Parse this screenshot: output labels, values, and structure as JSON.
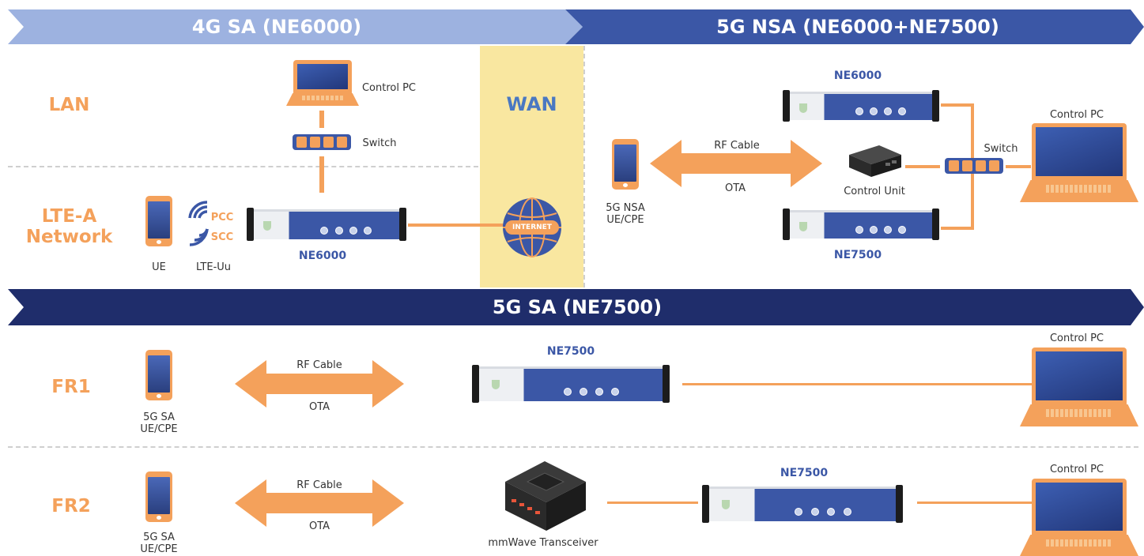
{
  "headers": {
    "sa4g": "4G SA (NE6000)",
    "nsa5g": "5G NSA (NE6000+NE7500)",
    "sa5g": "5G SA (NE7500)"
  },
  "colors": {
    "orange": "#f4a15b",
    "blue": "#3b57a6",
    "navy": "#1f2d6b",
    "light_blue": "#9db2e0",
    "wan_yellow": "#f9e7a0"
  },
  "section_4g": {
    "lan_label": "LAN",
    "lte_label_line1": "LTE-A",
    "lte_label_line2": "Network",
    "control_pc": "Control PC",
    "switch": "Switch",
    "ue": "UE",
    "pcc": "PCC",
    "scc": "SCC",
    "lte_uu": "LTE-Uu",
    "device": "NE6000"
  },
  "wan": {
    "label": "WAN",
    "internet": "INTERNET"
  },
  "section_nsa": {
    "ne6000": "NE6000",
    "ne7500": "NE7500",
    "control_pc": "Control PC",
    "switch": "Switch",
    "rf_cable": "RF Cable",
    "ota": "OTA",
    "control_unit": "Control Unit",
    "ue_line1": "5G NSA",
    "ue_line2": "UE/CPE"
  },
  "section_fr1": {
    "label": "FR1",
    "ue_line1": "5G SA",
    "ue_line2": "UE/CPE",
    "rf_cable": "RF Cable",
    "ota": "OTA",
    "device": "NE7500",
    "control_pc": "Control PC"
  },
  "section_fr2": {
    "label": "FR2",
    "ue_line1": "5G SA",
    "ue_line2": "UE/CPE",
    "rf_cable": "RF Cable",
    "ota": "OTA",
    "transceiver": "mmWave Transceiver",
    "device": "NE7500",
    "control_pc": "Control PC"
  }
}
